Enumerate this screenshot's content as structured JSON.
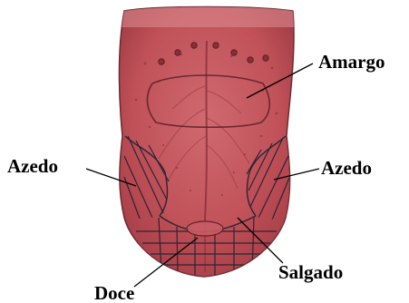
{
  "diagram": {
    "labels": {
      "amargo": "Amargo",
      "azedo_left": "Azedo",
      "azedo_right": "Azedo",
      "doce": "Doce",
      "salgado": "Salgado"
    },
    "colors": {
      "tongue": "#c4595f",
      "tongue_shade": "#9e3a42",
      "tongue_light": "#d97b80",
      "outline": "#6e2a33",
      "hatch": "#2a2436"
    }
  }
}
